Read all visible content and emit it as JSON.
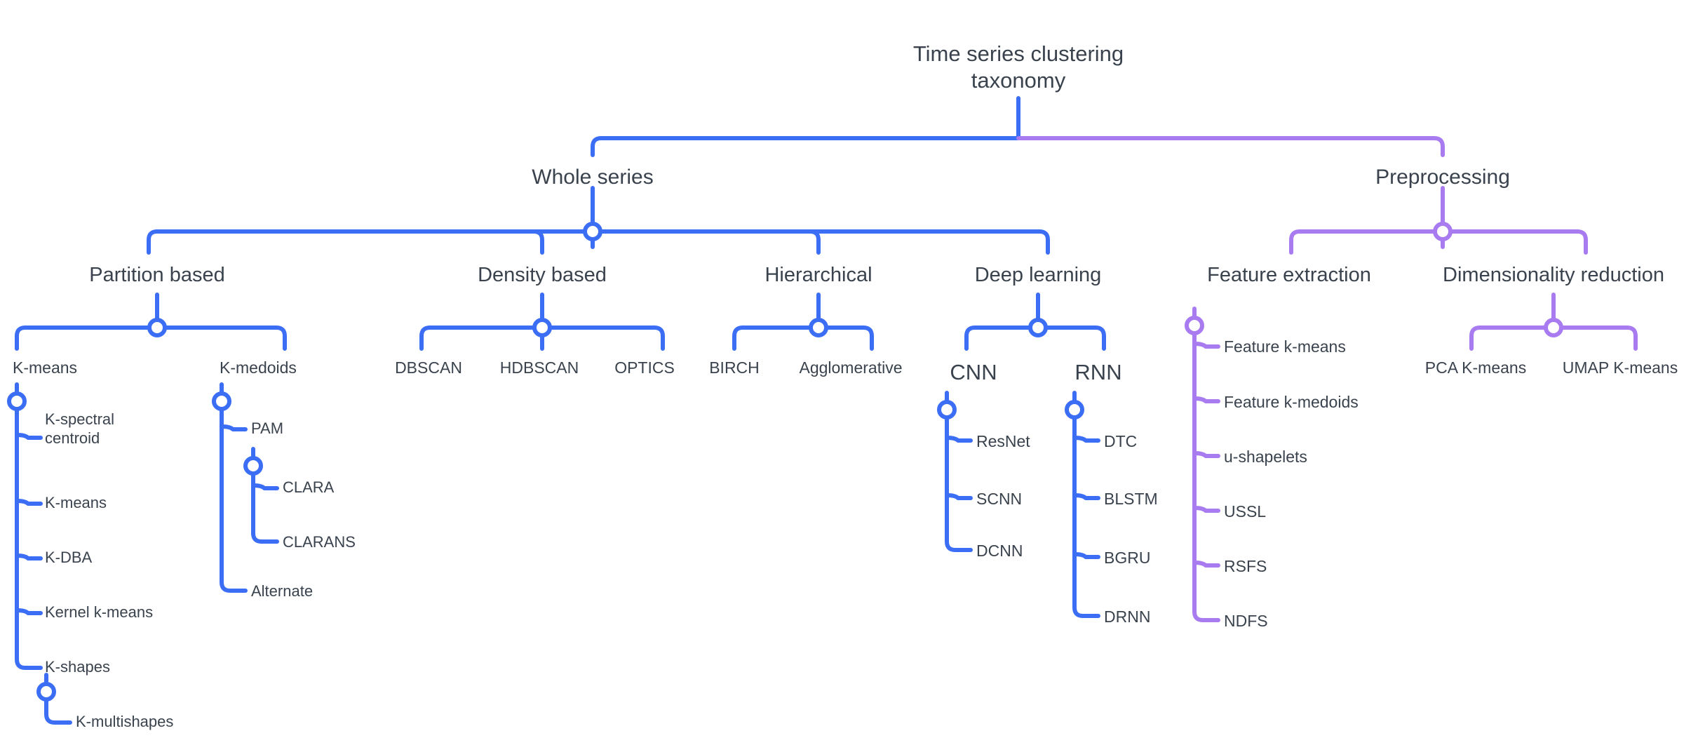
{
  "diagram": {
    "title": "Time series clustering taxonomy",
    "colors": {
      "blue": "#3b6ef5",
      "purple": "#a87cf0",
      "text": "#3a434d",
      "background": "#ffffff"
    },
    "root": {
      "line1": "Time series clustering",
      "line2": "taxonomy"
    },
    "branches": {
      "whole_series": {
        "label": "Whole series",
        "color": "#3b6ef5"
      },
      "preprocessing": {
        "label": "Preprocessing",
        "color": "#a87cf0"
      }
    },
    "categories": {
      "partition_based": "Partition based",
      "density_based": "Density based",
      "hierarchical": "Hierarchical",
      "deep_learning": "Deep learning",
      "feature_extraction": "Feature extraction",
      "dimensionality_reduction": "Dimensionality reduction"
    },
    "partition_based": {
      "k_means": {
        "label": "K-means",
        "children": [
          {
            "line1": "K-spectral",
            "line2": "centroid"
          },
          {
            "line1": "K-means"
          },
          {
            "line1": "K-DBA"
          },
          {
            "line1": "Kernel k-means"
          },
          {
            "line1": "K-shapes"
          }
        ],
        "k_shapes_child": "K-multishapes"
      },
      "k_medoids": {
        "label": "K-medoids",
        "children": [
          {
            "line1": "PAM"
          },
          {
            "line1": "Alternate"
          }
        ],
        "pam_children": [
          {
            "line1": "CLARA"
          },
          {
            "line1": "CLARANS"
          }
        ]
      }
    },
    "density_based": {
      "children": [
        "DBSCAN",
        "HDBSCAN",
        "OPTICS"
      ]
    },
    "hierarchical": {
      "children": [
        "BIRCH",
        "Agglomerative"
      ]
    },
    "deep_learning": {
      "cnn": {
        "label": "CNN",
        "children": [
          "ResNet",
          "SCNN",
          "DCNN"
        ]
      },
      "rnn": {
        "label": "RNN",
        "children": [
          "DTC",
          "BLSTM",
          "BGRU",
          "DRNN"
        ]
      }
    },
    "feature_extraction": {
      "children": [
        "Feature k-means",
        "Feature k-medoids",
        "u-shapelets",
        "USSL",
        "RSFS",
        "NDFS"
      ]
    },
    "dimensionality_reduction": {
      "children": [
        "PCA K-means",
        "UMAP K-means"
      ]
    }
  }
}
